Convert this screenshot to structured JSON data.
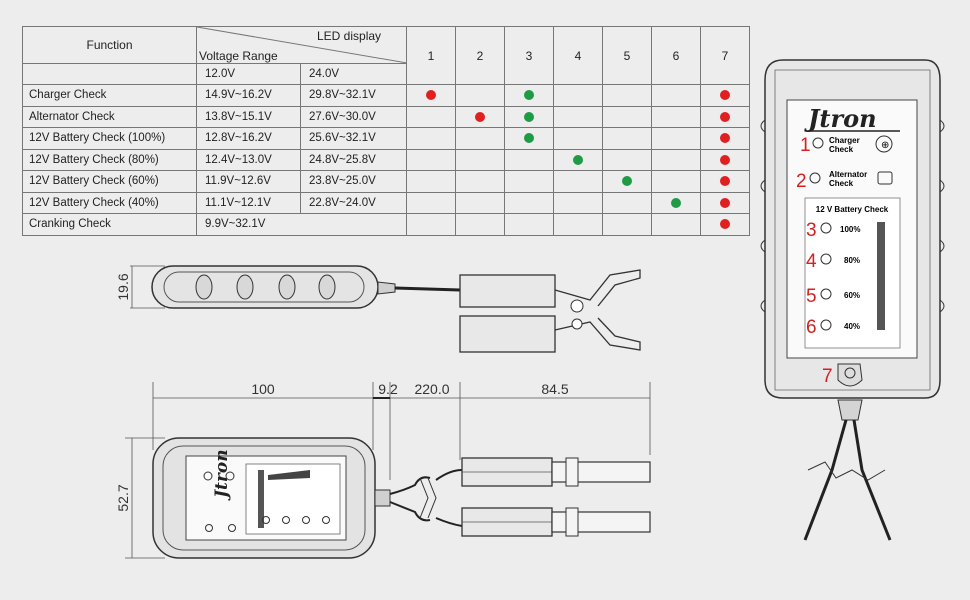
{
  "table": {
    "function_header": "Function",
    "led_display_header": "LED display",
    "voltage_range_header": "Voltage Range",
    "voltage_12": "12.0V",
    "voltage_24": "24.0V",
    "led_columns": [
      "1",
      "2",
      "3",
      "4",
      "5",
      "6",
      "7"
    ],
    "rows": [
      {
        "function": "Charger Check",
        "v12": "14.9V~16.2V",
        "v24": "29.8V~32.1V",
        "leds": [
          "red",
          "",
          "green",
          "",
          "",
          "",
          "red"
        ]
      },
      {
        "function": "Alternator Check",
        "v12": "13.8V~15.1V",
        "v24": "27.6V~30.0V",
        "leds": [
          "",
          "red",
          "green",
          "",
          "",
          "",
          "red"
        ]
      },
      {
        "function": "12V Battery Check (100%)",
        "v12": "12.8V~16.2V",
        "v24": "25.6V~32.1V",
        "leds": [
          "",
          "",
          "green",
          "",
          "",
          "",
          "red"
        ]
      },
      {
        "function": "12V Battery Check (80%)",
        "v12": "12.4V~13.0V",
        "v24": "24.8V~25.8V",
        "leds": [
          "",
          "",
          "",
          "green",
          "",
          "",
          "red"
        ]
      },
      {
        "function": "12V Battery Check (60%)",
        "v12": "11.9V~12.6V",
        "v24": "23.8V~25.0V",
        "leds": [
          "",
          "",
          "",
          "",
          "green",
          "",
          "red"
        ]
      },
      {
        "function": "12V Battery Check (40%)",
        "v12": "11.1V~12.1V",
        "v24": "22.8V~24.0V",
        "leds": [
          "",
          "",
          "",
          "",
          "",
          "green",
          "red"
        ]
      },
      {
        "function": "Cranking Check",
        "v12": "9.9V~32.1V",
        "v24": "",
        "leds": [
          "",
          "",
          "",
          "",
          "",
          "",
          "red"
        ]
      }
    ]
  },
  "colors": {
    "red": "#e02020",
    "green": "#1f9a45",
    "number_red": "#d42020"
  },
  "device": {
    "brand": "Jtron",
    "charger_label_1": "Charger",
    "charger_label_2": "Check",
    "alternator_label_1": "Alternator",
    "alternator_label_2": "Check",
    "battery_panel_title": "12 V Battery Check",
    "levels": [
      "100%",
      "80%",
      "60%",
      "40%"
    ],
    "numbers": [
      "1",
      "2",
      "3",
      "4",
      "5",
      "6",
      "7"
    ]
  },
  "dimensions": {
    "height_side": "19.6",
    "length_body": "100",
    "gap": "9.2",
    "cable": "220.0",
    "clamp": "84.5",
    "height_top": "52.7"
  }
}
